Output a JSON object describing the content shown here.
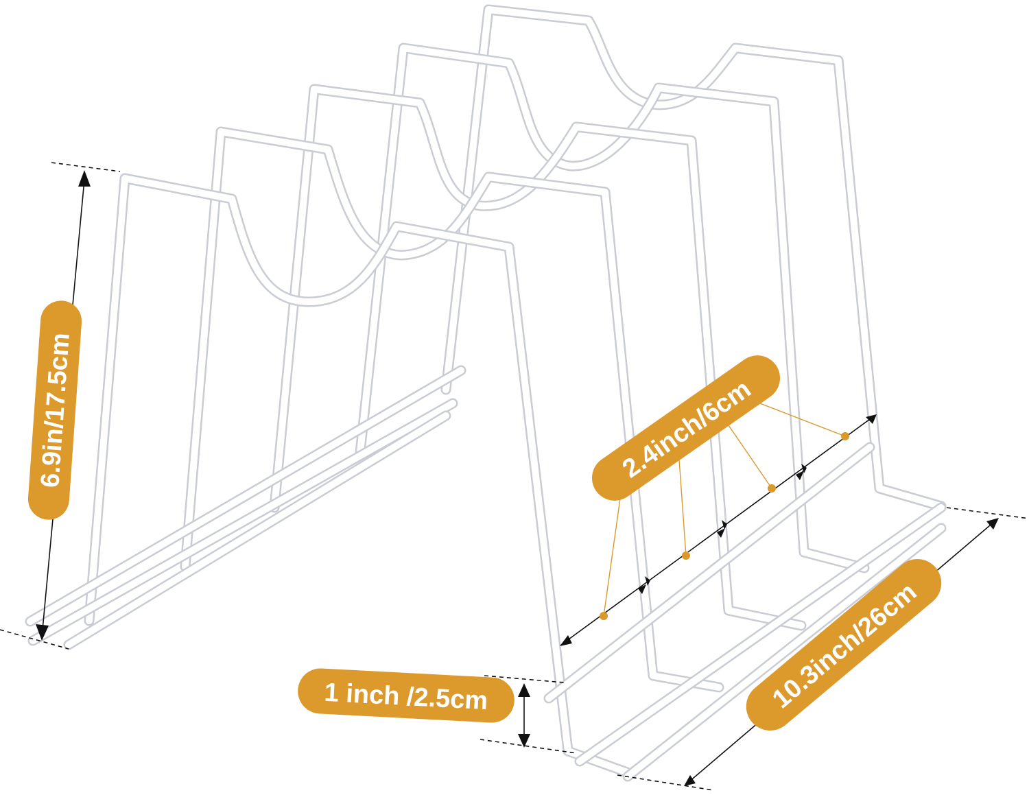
{
  "labels": {
    "height": "6.9in/17.5cm",
    "spacing": "2.4inch/6cm",
    "base_height": "1 inch /2.5cm",
    "length": "10.3inch/26cm"
  },
  "colors": {
    "accent": "#dc9a2c",
    "wire": "#ffffff",
    "wire_shadow": "#c9ccd3",
    "dimension_lines": "#111111"
  }
}
